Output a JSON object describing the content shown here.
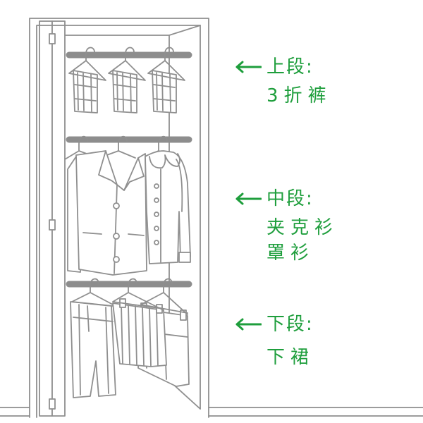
{
  "colors": {
    "background": "#ffffff",
    "line": "#8f8f8f",
    "rod": "#8d8d8d",
    "accent": "#1e9e3c"
  },
  "illustration": {
    "icon": "closet-illustration"
  },
  "sections": [
    {
      "arrow_icon": "left-arrow-icon",
      "heading": "上段:",
      "items": [
        "3折裤"
      ]
    },
    {
      "arrow_icon": "left-arrow-icon",
      "heading": "中段:",
      "items": [
        "夹克衫",
        "罩衫"
      ]
    },
    {
      "arrow_icon": "left-arrow-icon",
      "heading": "下段:",
      "items": [
        "下裙"
      ]
    }
  ]
}
